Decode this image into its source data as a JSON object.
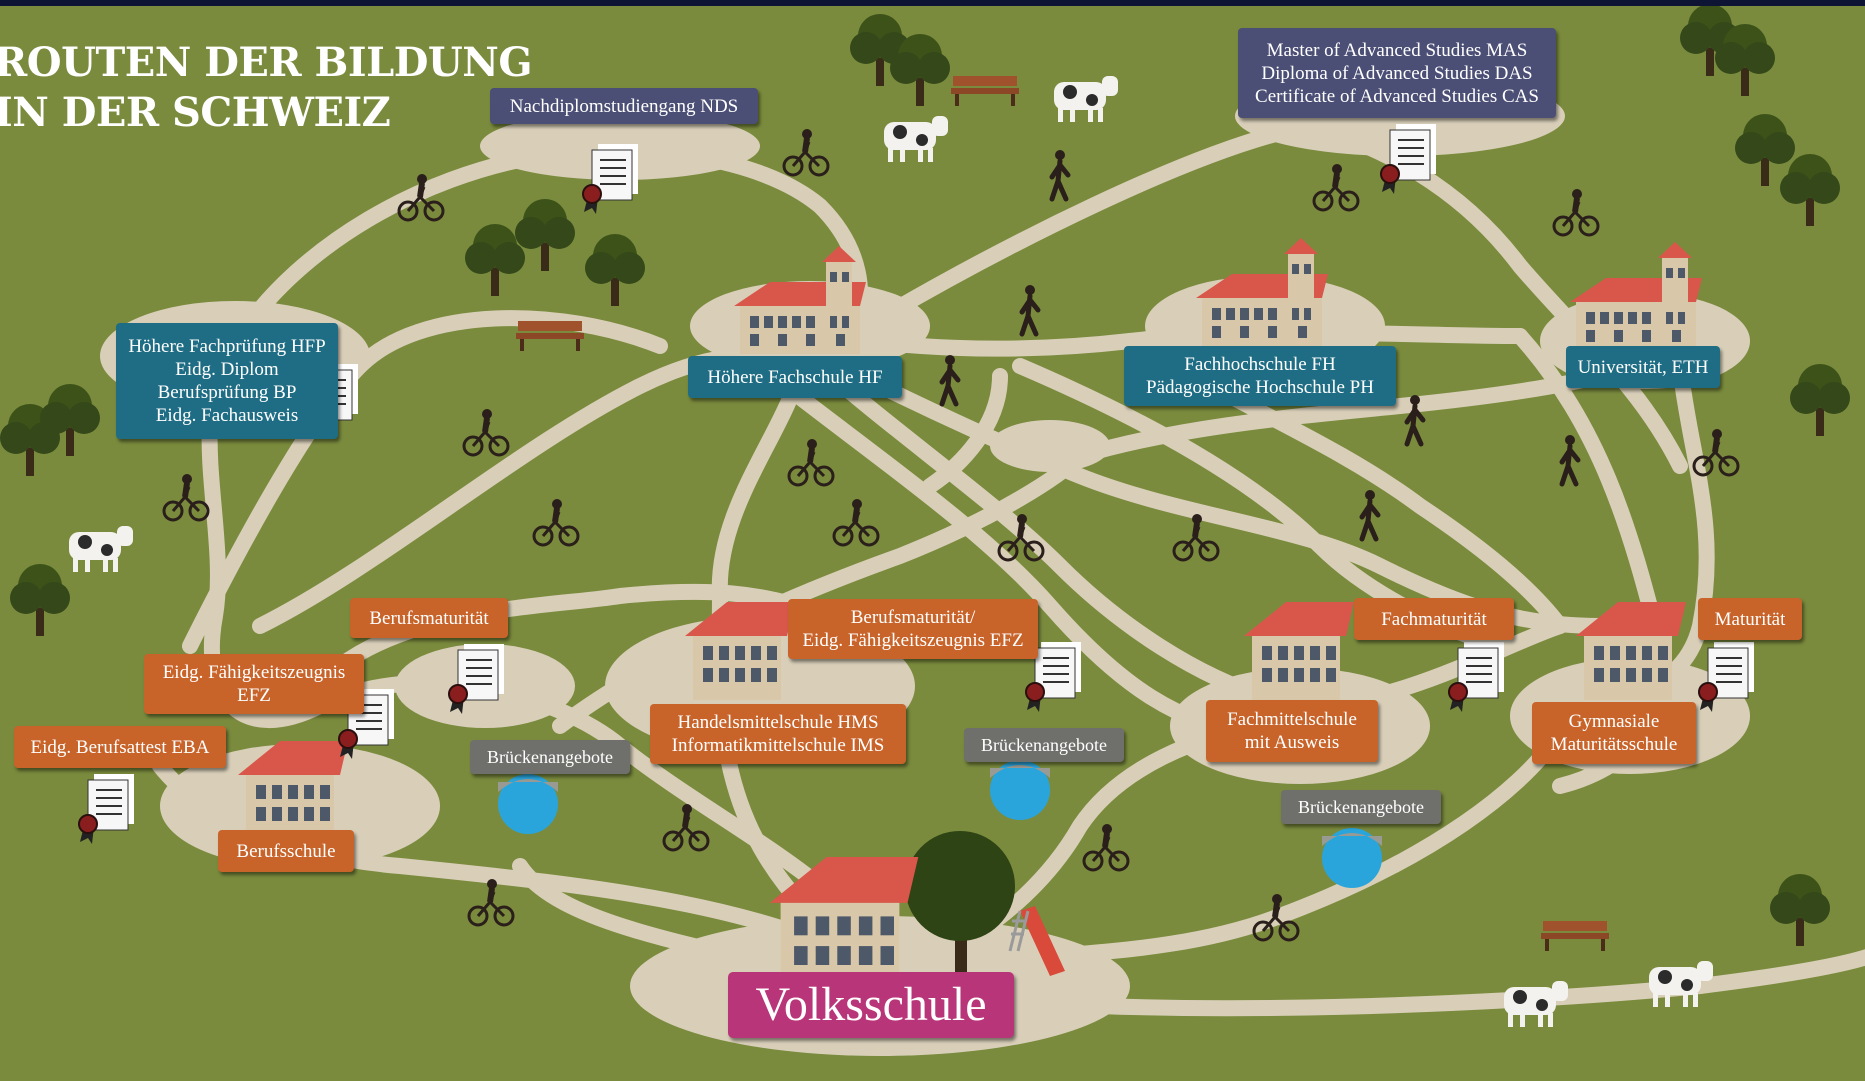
{
  "title": {
    "line1": "ROUTEN DER BILDUNG",
    "line2": "IN DER SCHWEIZ"
  },
  "colors": {
    "grass": "#7a8b3d",
    "path": "#d9cfb9",
    "orange": "#c8632a",
    "teal": "#1f6d84",
    "slate": "#4b4e75",
    "gray": "#6f6f6b",
    "magenta": "#b83579"
  },
  "nodes": {
    "volksschule": "Volksschule",
    "berufsschule": "Berufsschule",
    "berufsattest": "Eidg. Berufsattest EBA",
    "faehigkeitszeugnis": [
      "Eidg. Fähigkeitszeugnis",
      "EFZ"
    ],
    "berufsmaturitaet": "Berufsmaturität",
    "hms": [
      "Handelsmittelschule HMS",
      "Informatikmittelschule IMS"
    ],
    "bm_efz": [
      "Berufsmaturität/",
      "Eidg. Fähigkeitszeugnis EFZ"
    ],
    "fachmittelschule": [
      "Fachmittelschule",
      "mit Ausweis"
    ],
    "fachmaturitaet": "Fachmaturität",
    "gymnasium": [
      "Gymnasiale",
      "Maturitätsschule"
    ],
    "maturitaet": "Maturität",
    "hf": "Höhere Fachschule HF",
    "fh": [
      "Fachhochschule FH",
      "Pädagogische Hochschule PH"
    ],
    "uni": "Universität, ETH",
    "hfp": [
      "Höhere Fachprüfung HFP",
      "Eidg. Diplom",
      "Berufsprüfung BP",
      "Eidg. Fachausweis"
    ],
    "nds": "Nachdiplomstudiengang NDS",
    "mas": [
      "Master of Advanced Studies MAS",
      "Diploma of Advanced Studies DAS",
      "Certificate of Advanced Studies CAS"
    ],
    "bruecken": [
      "Brückenangebote",
      "Brückenangebote",
      "Brückenangebote"
    ]
  },
  "icons": [
    "school-building-icon",
    "certificate-icon",
    "cyclist-icon",
    "pedestrian-icon",
    "tree-icon",
    "cow-icon",
    "bench-icon",
    "bridge-icon",
    "slide-icon"
  ]
}
